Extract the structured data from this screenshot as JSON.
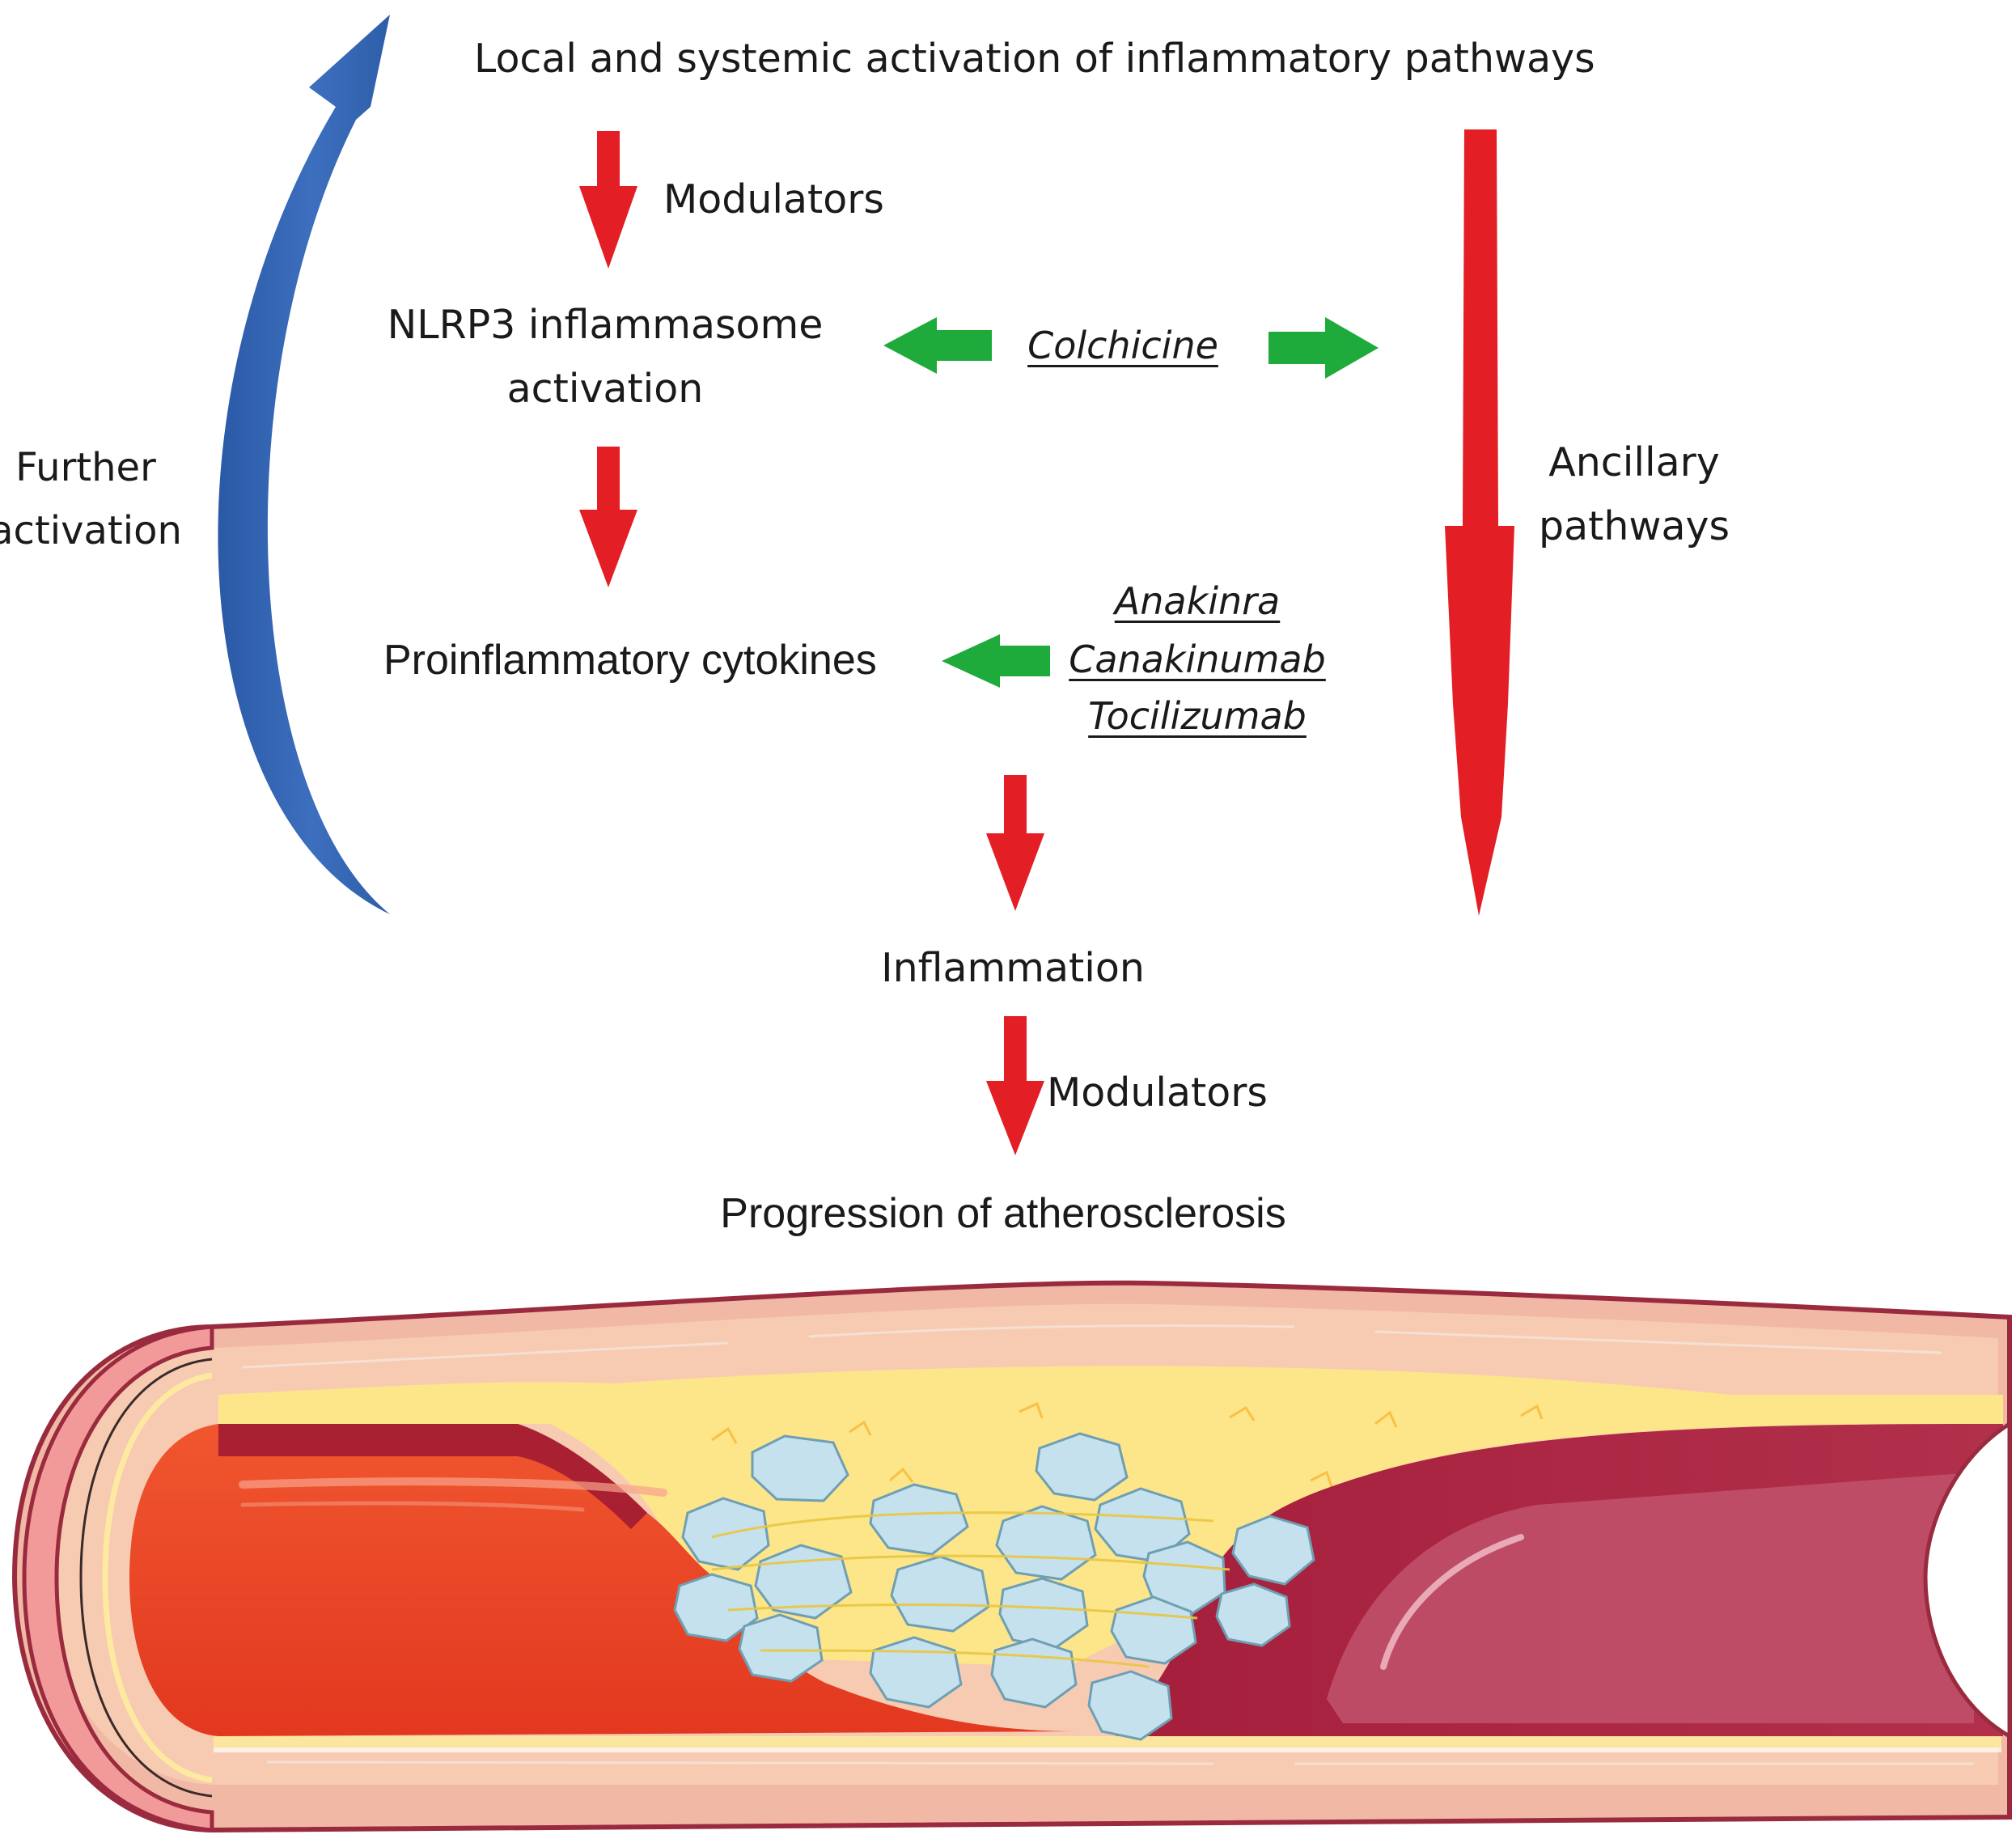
{
  "diagram": {
    "top_label": "Local and systemic activation of inflammatory pathways",
    "modulators_top": "Modulators",
    "nlrp3_line1": "NLRP3 inflammasome",
    "nlrp3_line2": "activation",
    "colchicine": "Colchicine",
    "further_line1": "Further",
    "further_line2": "activation",
    "ancillary_line1": "Ancillary",
    "ancillary_line2": "pathways",
    "cytokines": "Proinflammatory cytokines",
    "drug_anakinra": "Anakinra",
    "drug_canakinumab": "Canakinumab",
    "drug_tocilizumab": "Tocilizumab",
    "inflammation": "Inflammation",
    "modulators_bottom": "Modulators",
    "progression": "Progression of atherosclerosis"
  },
  "colors": {
    "inhibit_arrow": "#1fab3c",
    "flow_arrow": "#e31e24",
    "feedback_arrow": "#2c5ea8",
    "blood": "#e8402a",
    "plaque": "#fde58a",
    "vessel_wall": "#f6c6ad",
    "calcification": "#c5e1ee"
  }
}
